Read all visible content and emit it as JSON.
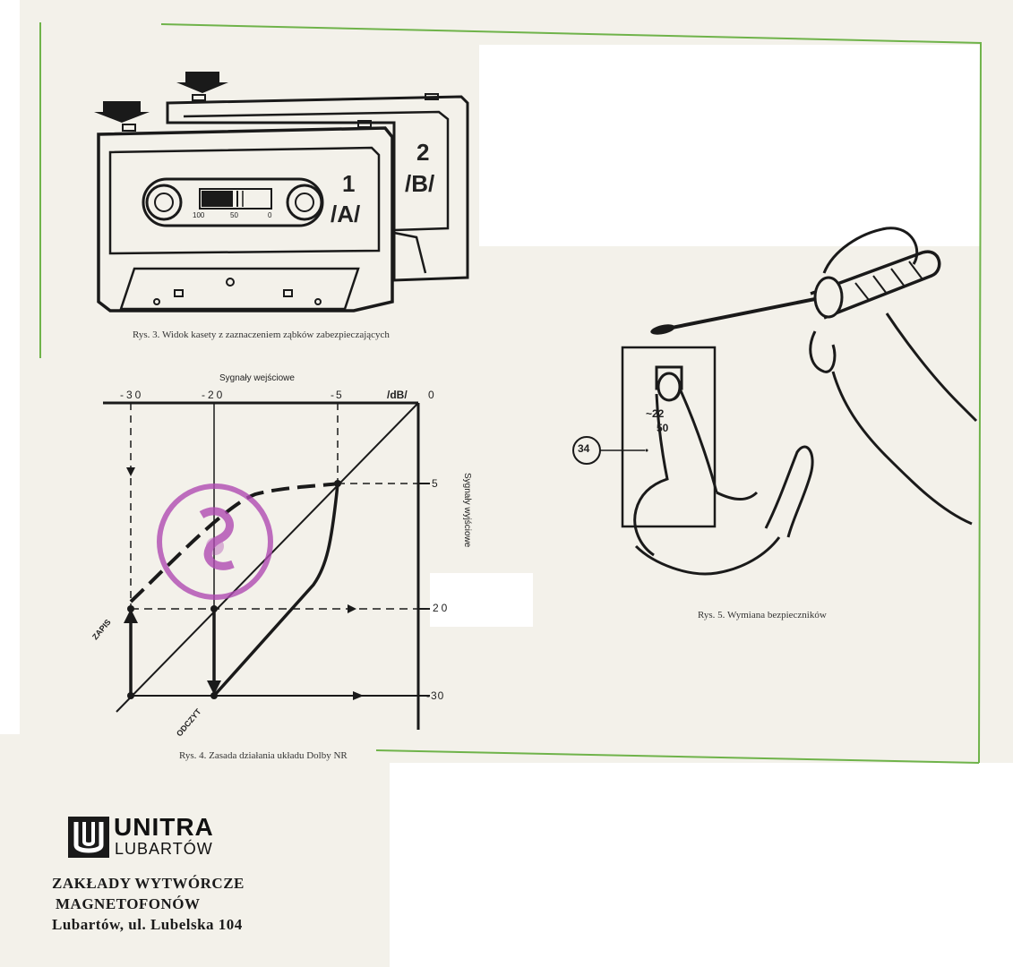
{
  "cassette_figure": {
    "caption": "Rys. 3. Widok kasety z zaznaczeniem ząbków zabezpieczających",
    "cassette1_number": "1",
    "cassette1_side": "/A/",
    "cassette2_number": "2",
    "cassette2_side": "/B/",
    "tape_scale": [
      "100",
      "50",
      "0"
    ]
  },
  "dolby_figure": {
    "caption": "Rys. 4. Zasada działania układu Dolby NR",
    "top_axis_title": "Sygnały wejściowe",
    "right_axis_title": "Sygnały wyjściowe",
    "top_ticks": [
      "-30",
      "-20",
      "-5",
      "/dB/",
      "0"
    ],
    "right_ticks": [
      "5",
      "-20",
      "-30"
    ],
    "record_label": "ZAPIS",
    "playback_label": "ODCZYT"
  },
  "fuse_figure": {
    "caption": "Rys. 5. Wymiana bezpieczników",
    "callout_number": "34",
    "panel_text_line1": "~22",
    "panel_text_line2": "50"
  },
  "footer": {
    "logo_brand": "UNITRA",
    "logo_city": "LUBARTÓW",
    "company_line1": "ZAKŁADY WYTWÓRCZE",
    "company_line2": "MAGNETOFONÓW",
    "company_line3": "Lubartów, ul. Lubelska 104"
  },
  "colors": {
    "frame_green": "#6fb34a",
    "stamp": "#b04bb3",
    "paper": "#f3f1ea"
  }
}
